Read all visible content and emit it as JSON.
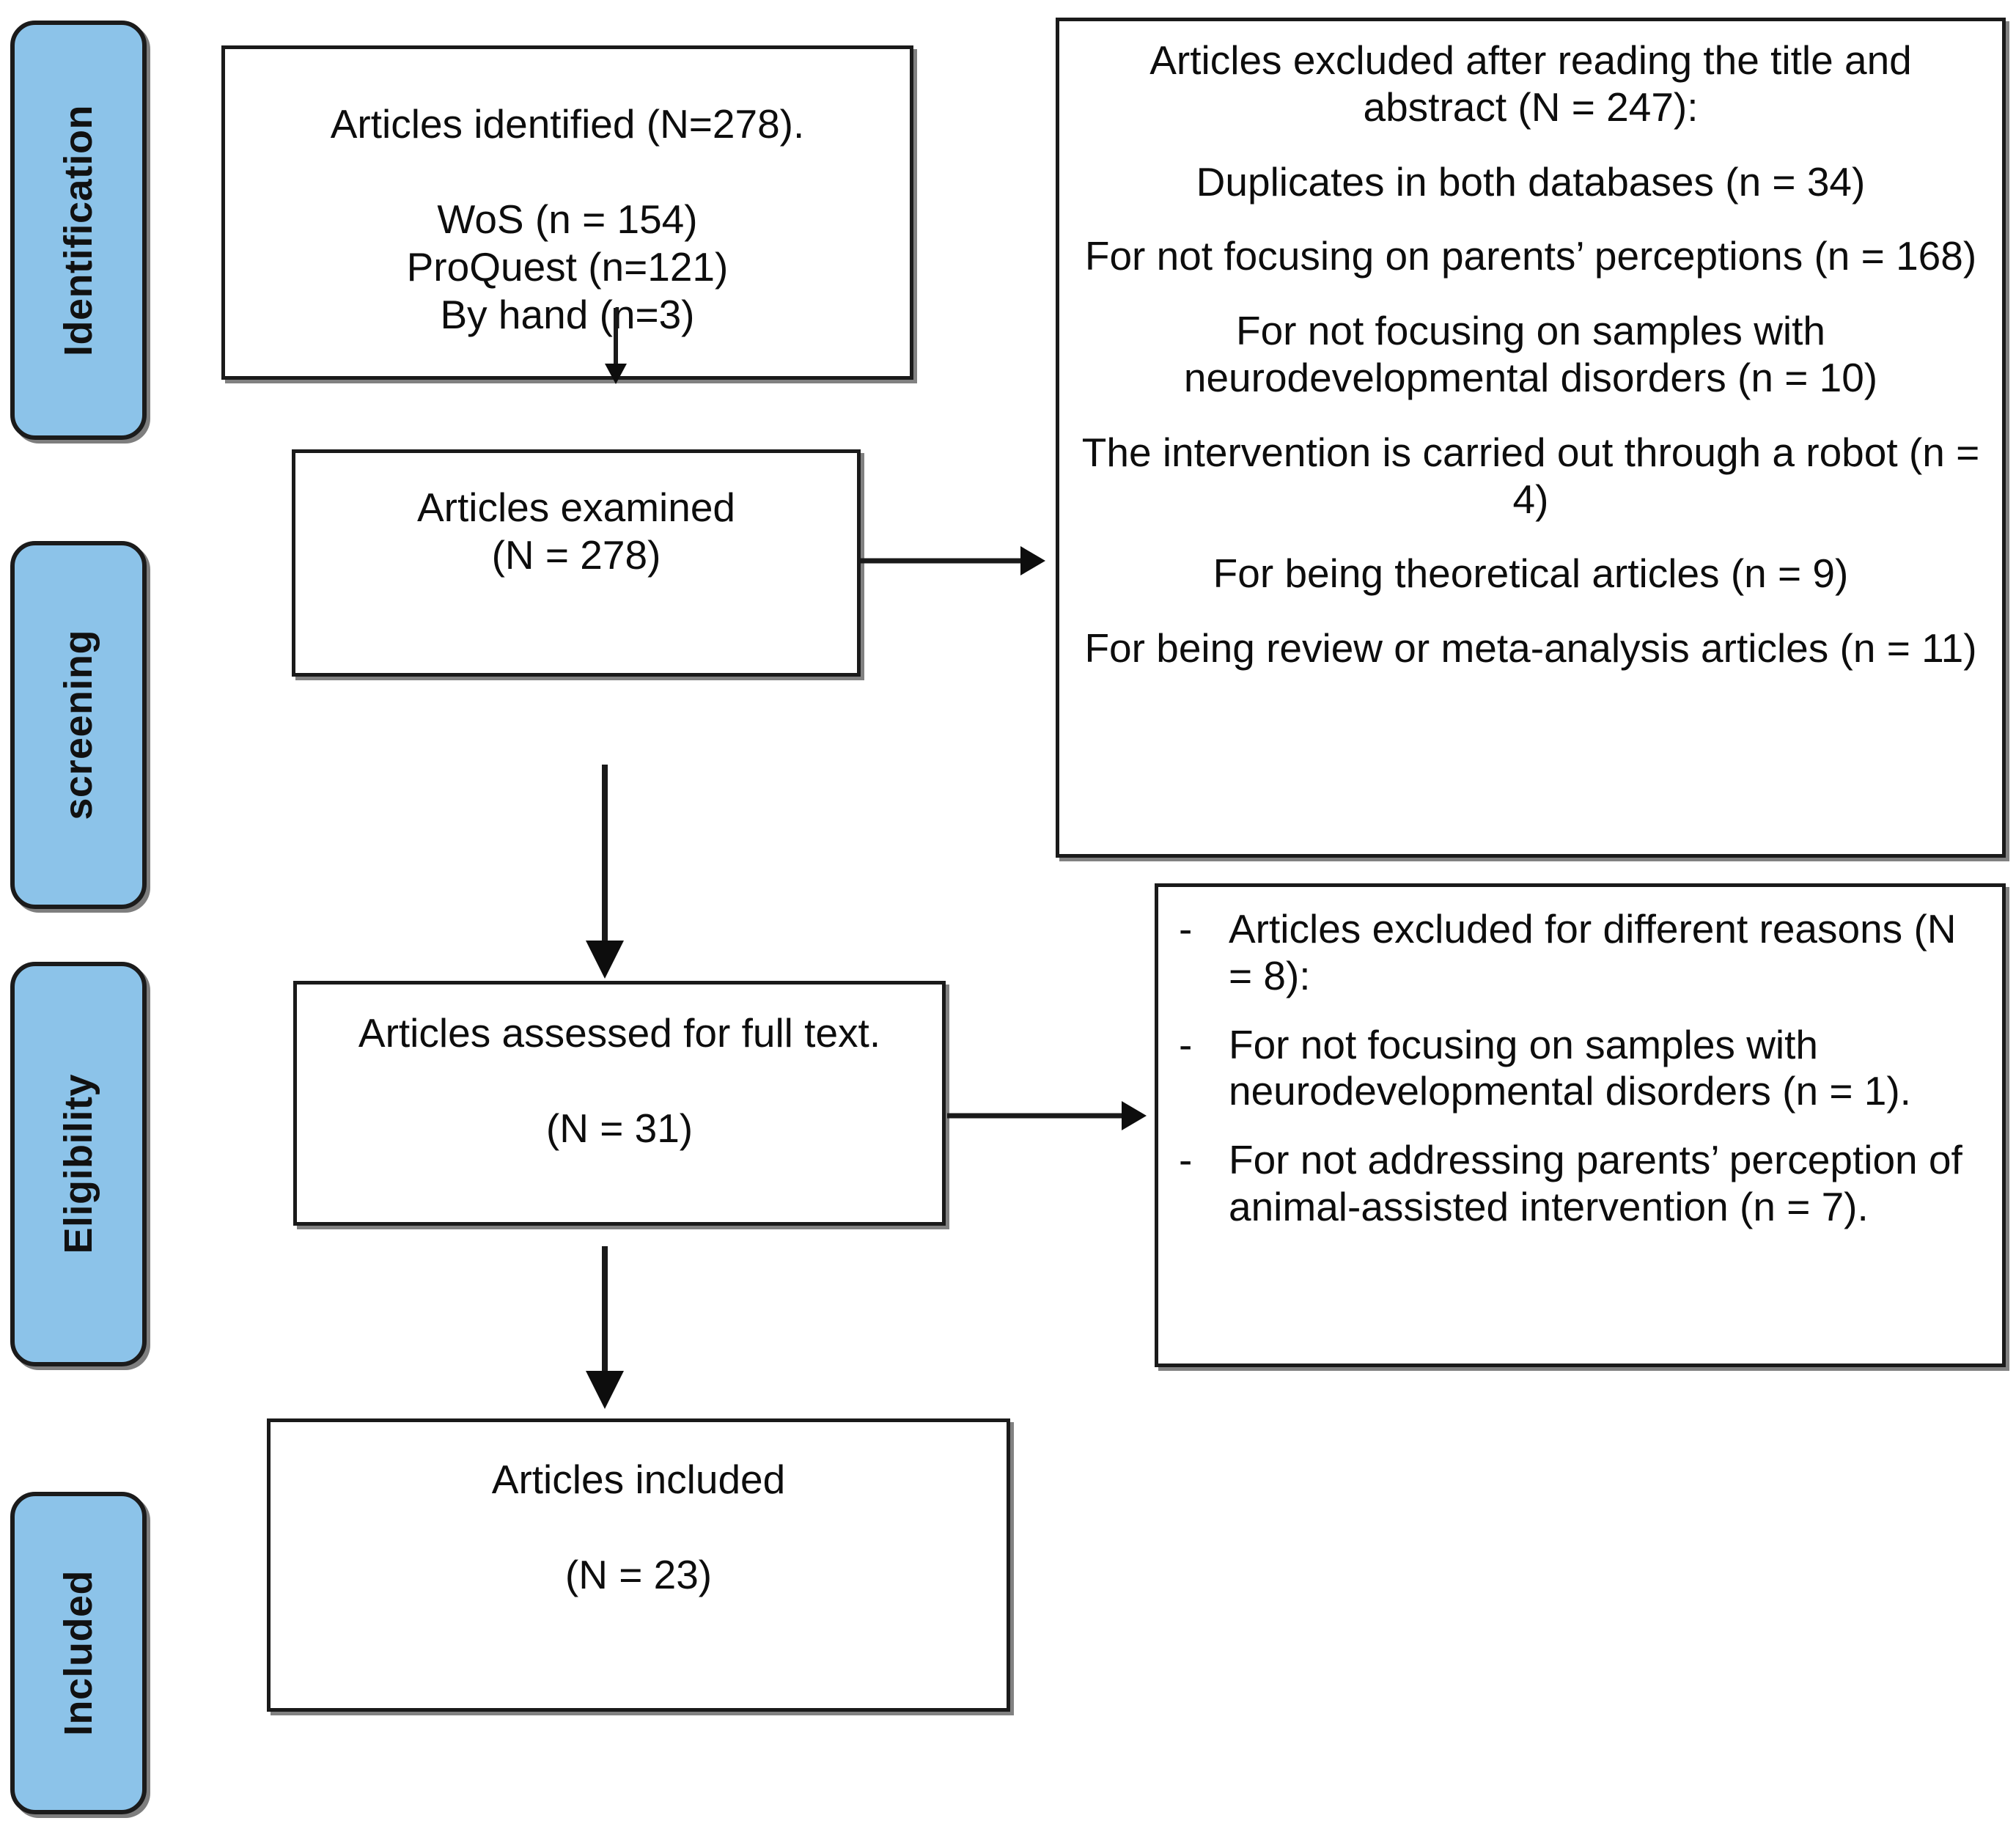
{
  "diagram": {
    "title": "PRISMA flow diagram of article selection",
    "accent_color": "#8CC3E9",
    "line_color": "#1a1a1a",
    "background_color": "#FFFFFF"
  },
  "stages": [
    {
      "label": "Identification"
    },
    {
      "label": "screening"
    },
    {
      "label": "Eligibility"
    },
    {
      "label": "Included"
    }
  ],
  "boxes": {
    "identified": {
      "text": "Articles identified (N=278).\n\nWoS (n = 154)\nProQuest (n=121)\nBy hand (n=3)"
    },
    "examined": {
      "text": "Articles examined\n(N = 278)"
    },
    "full_text": {
      "text": "Articles assessed for full text.\n\n(N = 31)"
    },
    "included": {
      "text": "Articles included\n\n(N = 23)"
    }
  },
  "excluded_screening": {
    "paragraphs": [
      "Articles excluded after reading the title and abstract (N = 247):",
      "Duplicates in both databases (n = 34)",
      "For not focusing on parents’ perceptions (n = 168)",
      "For not focusing on samples with neurodevelopmental disorders (n = 10)",
      "The intervention is carried out through a robot (n = 4)",
      "For being theoretical articles (n = 9)",
      "For being review or meta-analysis articles (n = 11)"
    ]
  },
  "excluded_eligibility": {
    "bullet_marker": "-",
    "bullets": [
      "Articles excluded for different reasons (N = 8):",
      "For not focusing on samples with neurodevelopmental disorders (n = 1).",
      "For not addressing parents’ perception of animal-assisted intervention (n = 7)."
    ]
  },
  "arrows": [
    {
      "name": "identified-to-examined",
      "direction": "down"
    },
    {
      "name": "examined-to-excluded-screening",
      "direction": "right"
    },
    {
      "name": "examined-to-full-text",
      "direction": "down"
    },
    {
      "name": "full-text-to-excluded-eligibility",
      "direction": "right"
    },
    {
      "name": "full-text-to-included",
      "direction": "down"
    }
  ]
}
